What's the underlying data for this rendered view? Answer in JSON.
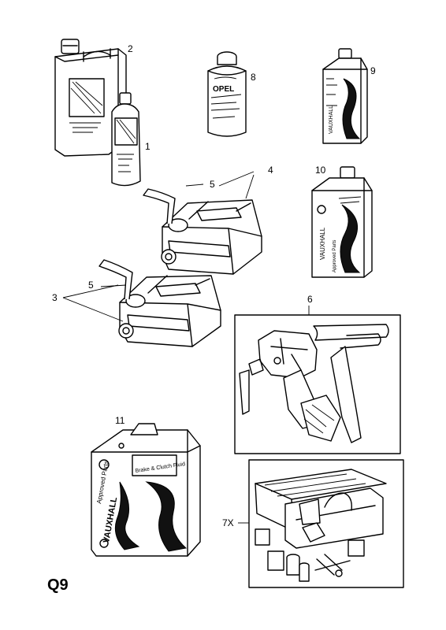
{
  "page_code": "Q9",
  "callouts": {
    "c1": "1",
    "c2": "2",
    "c3": "3",
    "c4": "4",
    "c5a": "5",
    "c5b": "5",
    "c6": "6",
    "c7": "7X",
    "c8": "8",
    "c9": "9",
    "c10": "10",
    "c11": "11"
  },
  "labels": {
    "opel": "OPEL",
    "vauxhall": "VAUXHALL",
    "brake_fluid": "Brake & Clutch Fluid",
    "approved_parts": "Approved Parts"
  }
}
